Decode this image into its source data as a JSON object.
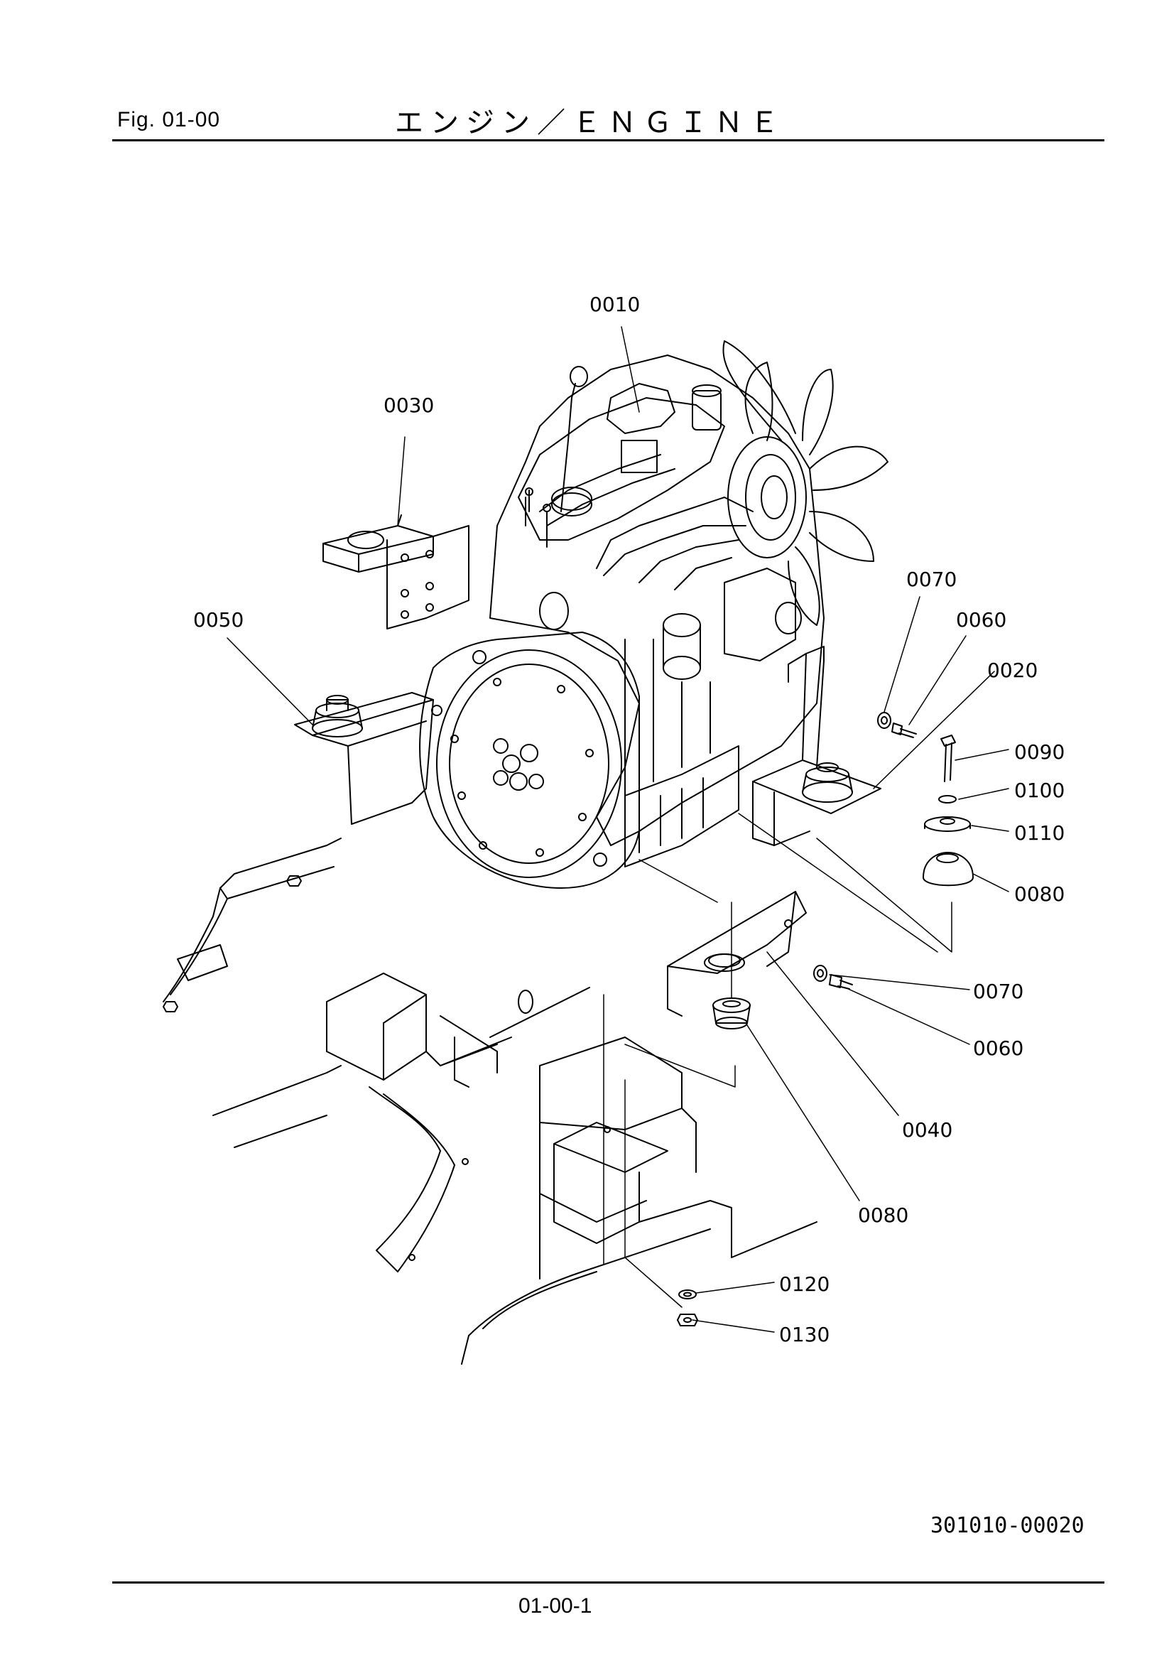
{
  "header": {
    "fig_label": "Fig.  01-00",
    "title": "エンジン／ＥＮＧＩＮＥ"
  },
  "callouts": [
    {
      "id": "c0010",
      "label": "0010"
    },
    {
      "id": "c0030",
      "label": "0030"
    },
    {
      "id": "c0050",
      "label": "0050"
    },
    {
      "id": "c0070a",
      "label": "0070"
    },
    {
      "id": "c0060a",
      "label": "0060"
    },
    {
      "id": "c0020",
      "label": "0020"
    },
    {
      "id": "c0090",
      "label": "0090"
    },
    {
      "id": "c0100",
      "label": "0100"
    },
    {
      "id": "c0110",
      "label": "0110"
    },
    {
      "id": "c0080a",
      "label": "0080"
    },
    {
      "id": "c0070b",
      "label": "0070"
    },
    {
      "id": "c0060b",
      "label": "0060"
    },
    {
      "id": "c0040",
      "label": "0040"
    },
    {
      "id": "c0080b",
      "label": "0080"
    },
    {
      "id": "c0120",
      "label": "0120"
    },
    {
      "id": "c0130",
      "label": "0130"
    }
  ],
  "footer": {
    "drawing_number": "301010-00020",
    "page_number": "01-00-1"
  }
}
